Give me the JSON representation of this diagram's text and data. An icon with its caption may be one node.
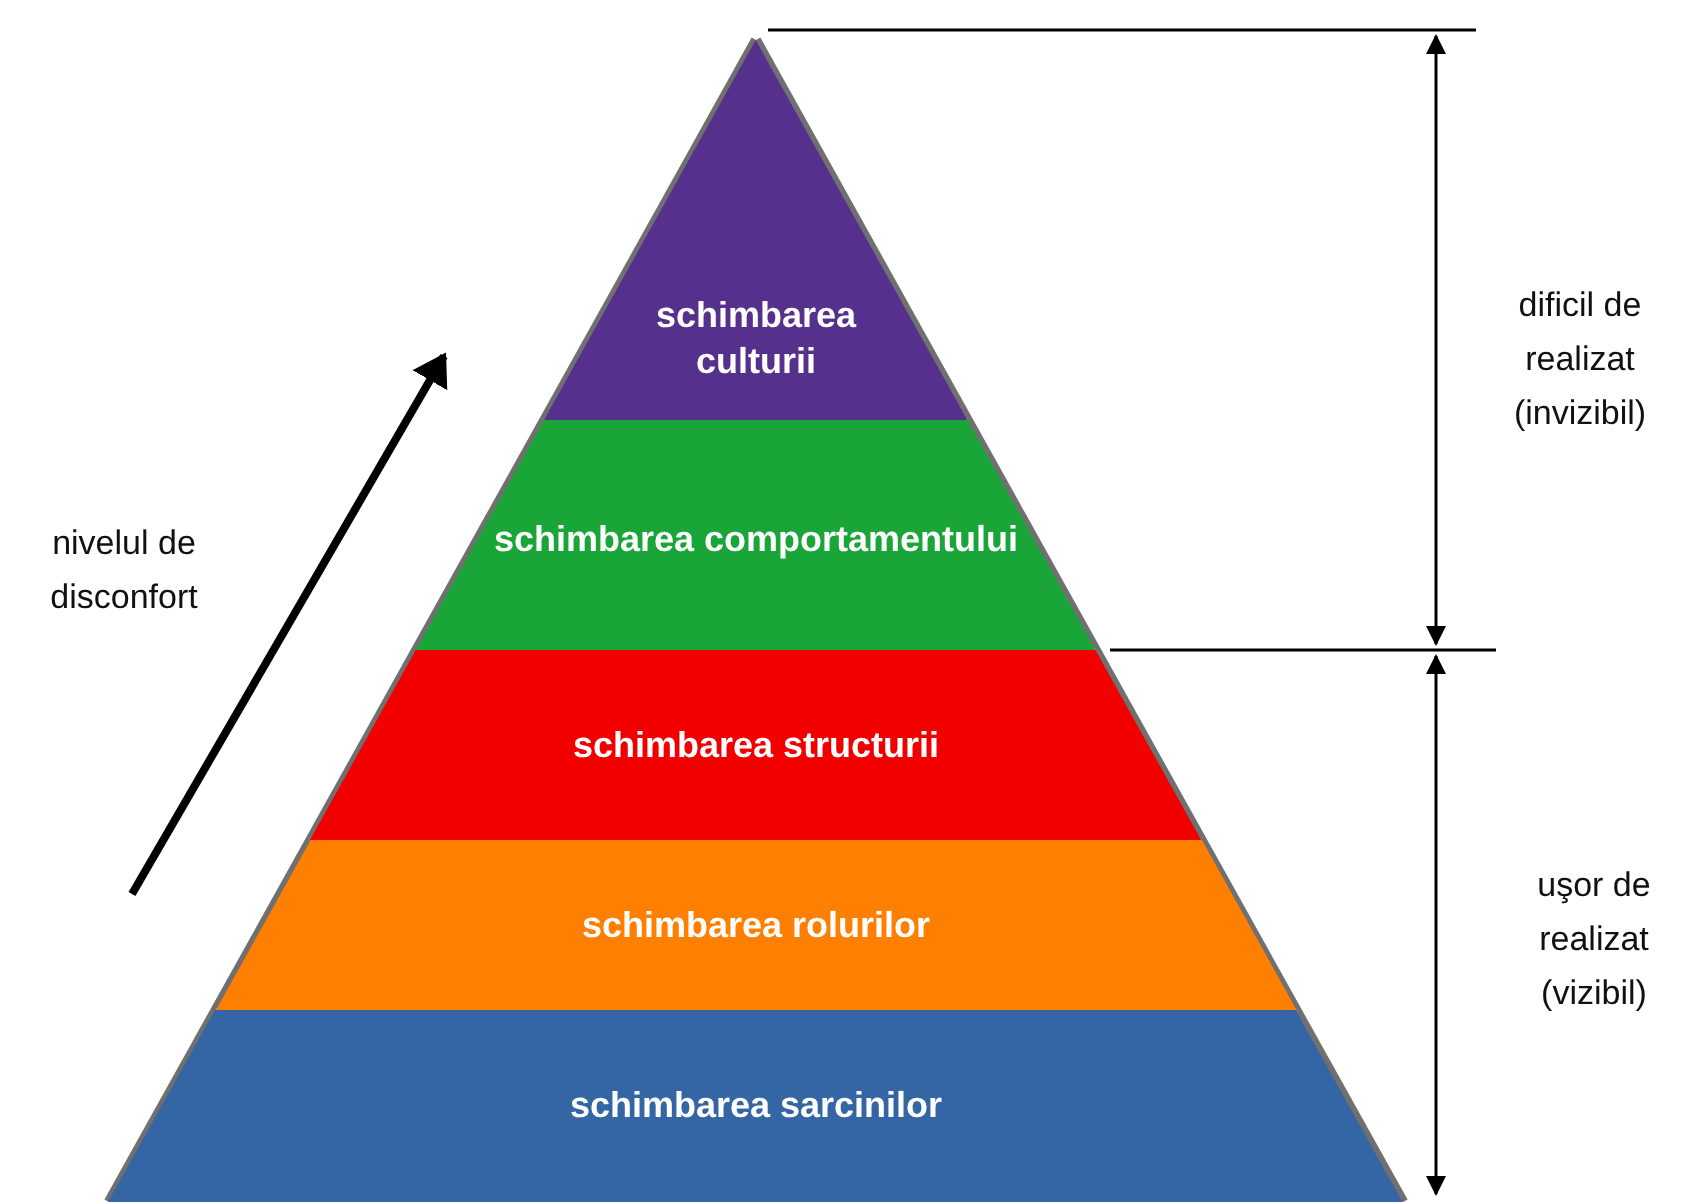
{
  "diagram": {
    "nodes": [
      {
        "text": [
          "schimbarea culturii"
        ]
      },
      {
        "text": [
          "schimbarea comportamentului"
        ]
      },
      {
        "text": [
          "schimbarea structurii"
        ]
      },
      {
        "text": [
          "schimbarea rolurilor"
        ]
      },
      {
        "text": [
          "schimbarea sarcinilor"
        ]
      }
    ],
    "labels": [
      "nivelul de disconfort",
      "dificil de realizat (invizibil)",
      "uşor de realizat (vizibil)"
    ]
  }
}
